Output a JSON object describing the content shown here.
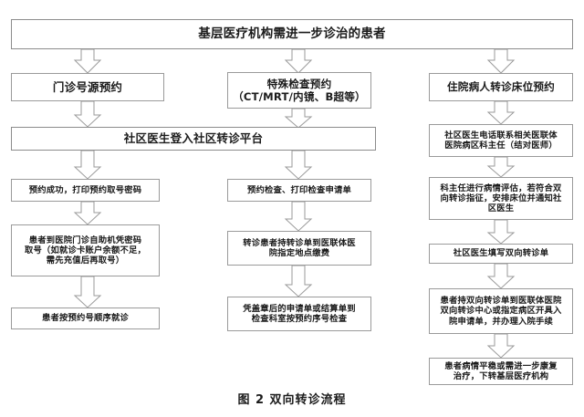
{
  "figure": {
    "caption": "图 2  双向转诊流程",
    "border_color": "#9a9a9a",
    "text_color": "#1b1b1b",
    "background": "#ffffff"
  },
  "nodes": {
    "root": "基层医疗机构需进一步诊治的患者",
    "col1_head": "门诊号源预约",
    "col2_head": "特殊检查预约\n（CT/MRT/内镜、B超等）",
    "col3_head": "住院病人转诊床位预约",
    "platform": "社区医生登入社区转诊平台",
    "col1_s1": "预约成功，打印预约取号密码",
    "col1_s2": "患者到医院门诊自助机凭密码\n取号（如就诊卡账户余额不足，\n需先充值后再取号）",
    "col1_s3": "患者按预约号顺序就诊",
    "col2_s1": "预约检查、打印检查申请单",
    "col2_s2": "转诊患者持转诊单到医联体医\n院指定地点缴费",
    "col2_s3": "凭盖章后的申请单或结算单到\n检查科室按预约序号检查",
    "col3_s1": "社区医生电话联系相关医联体\n医院病区科主任（结对医师）",
    "col3_s2": "科主任进行病情评估，若符合双\n向转诊指征，安排床位并通知社\n区医生",
    "col3_s3": "社区医生填写双向转诊单",
    "col3_s4": "患者持双向转诊单到医联体医院\n双向转诊中心或指定病区开具入\n院申请单，并办理入院手续",
    "col3_s5": "患者病情平稳或需进一步康复\n治疗，下转基层医疗机构"
  },
  "arrows": {
    "count": 14,
    "style": "block-arrow-down"
  }
}
